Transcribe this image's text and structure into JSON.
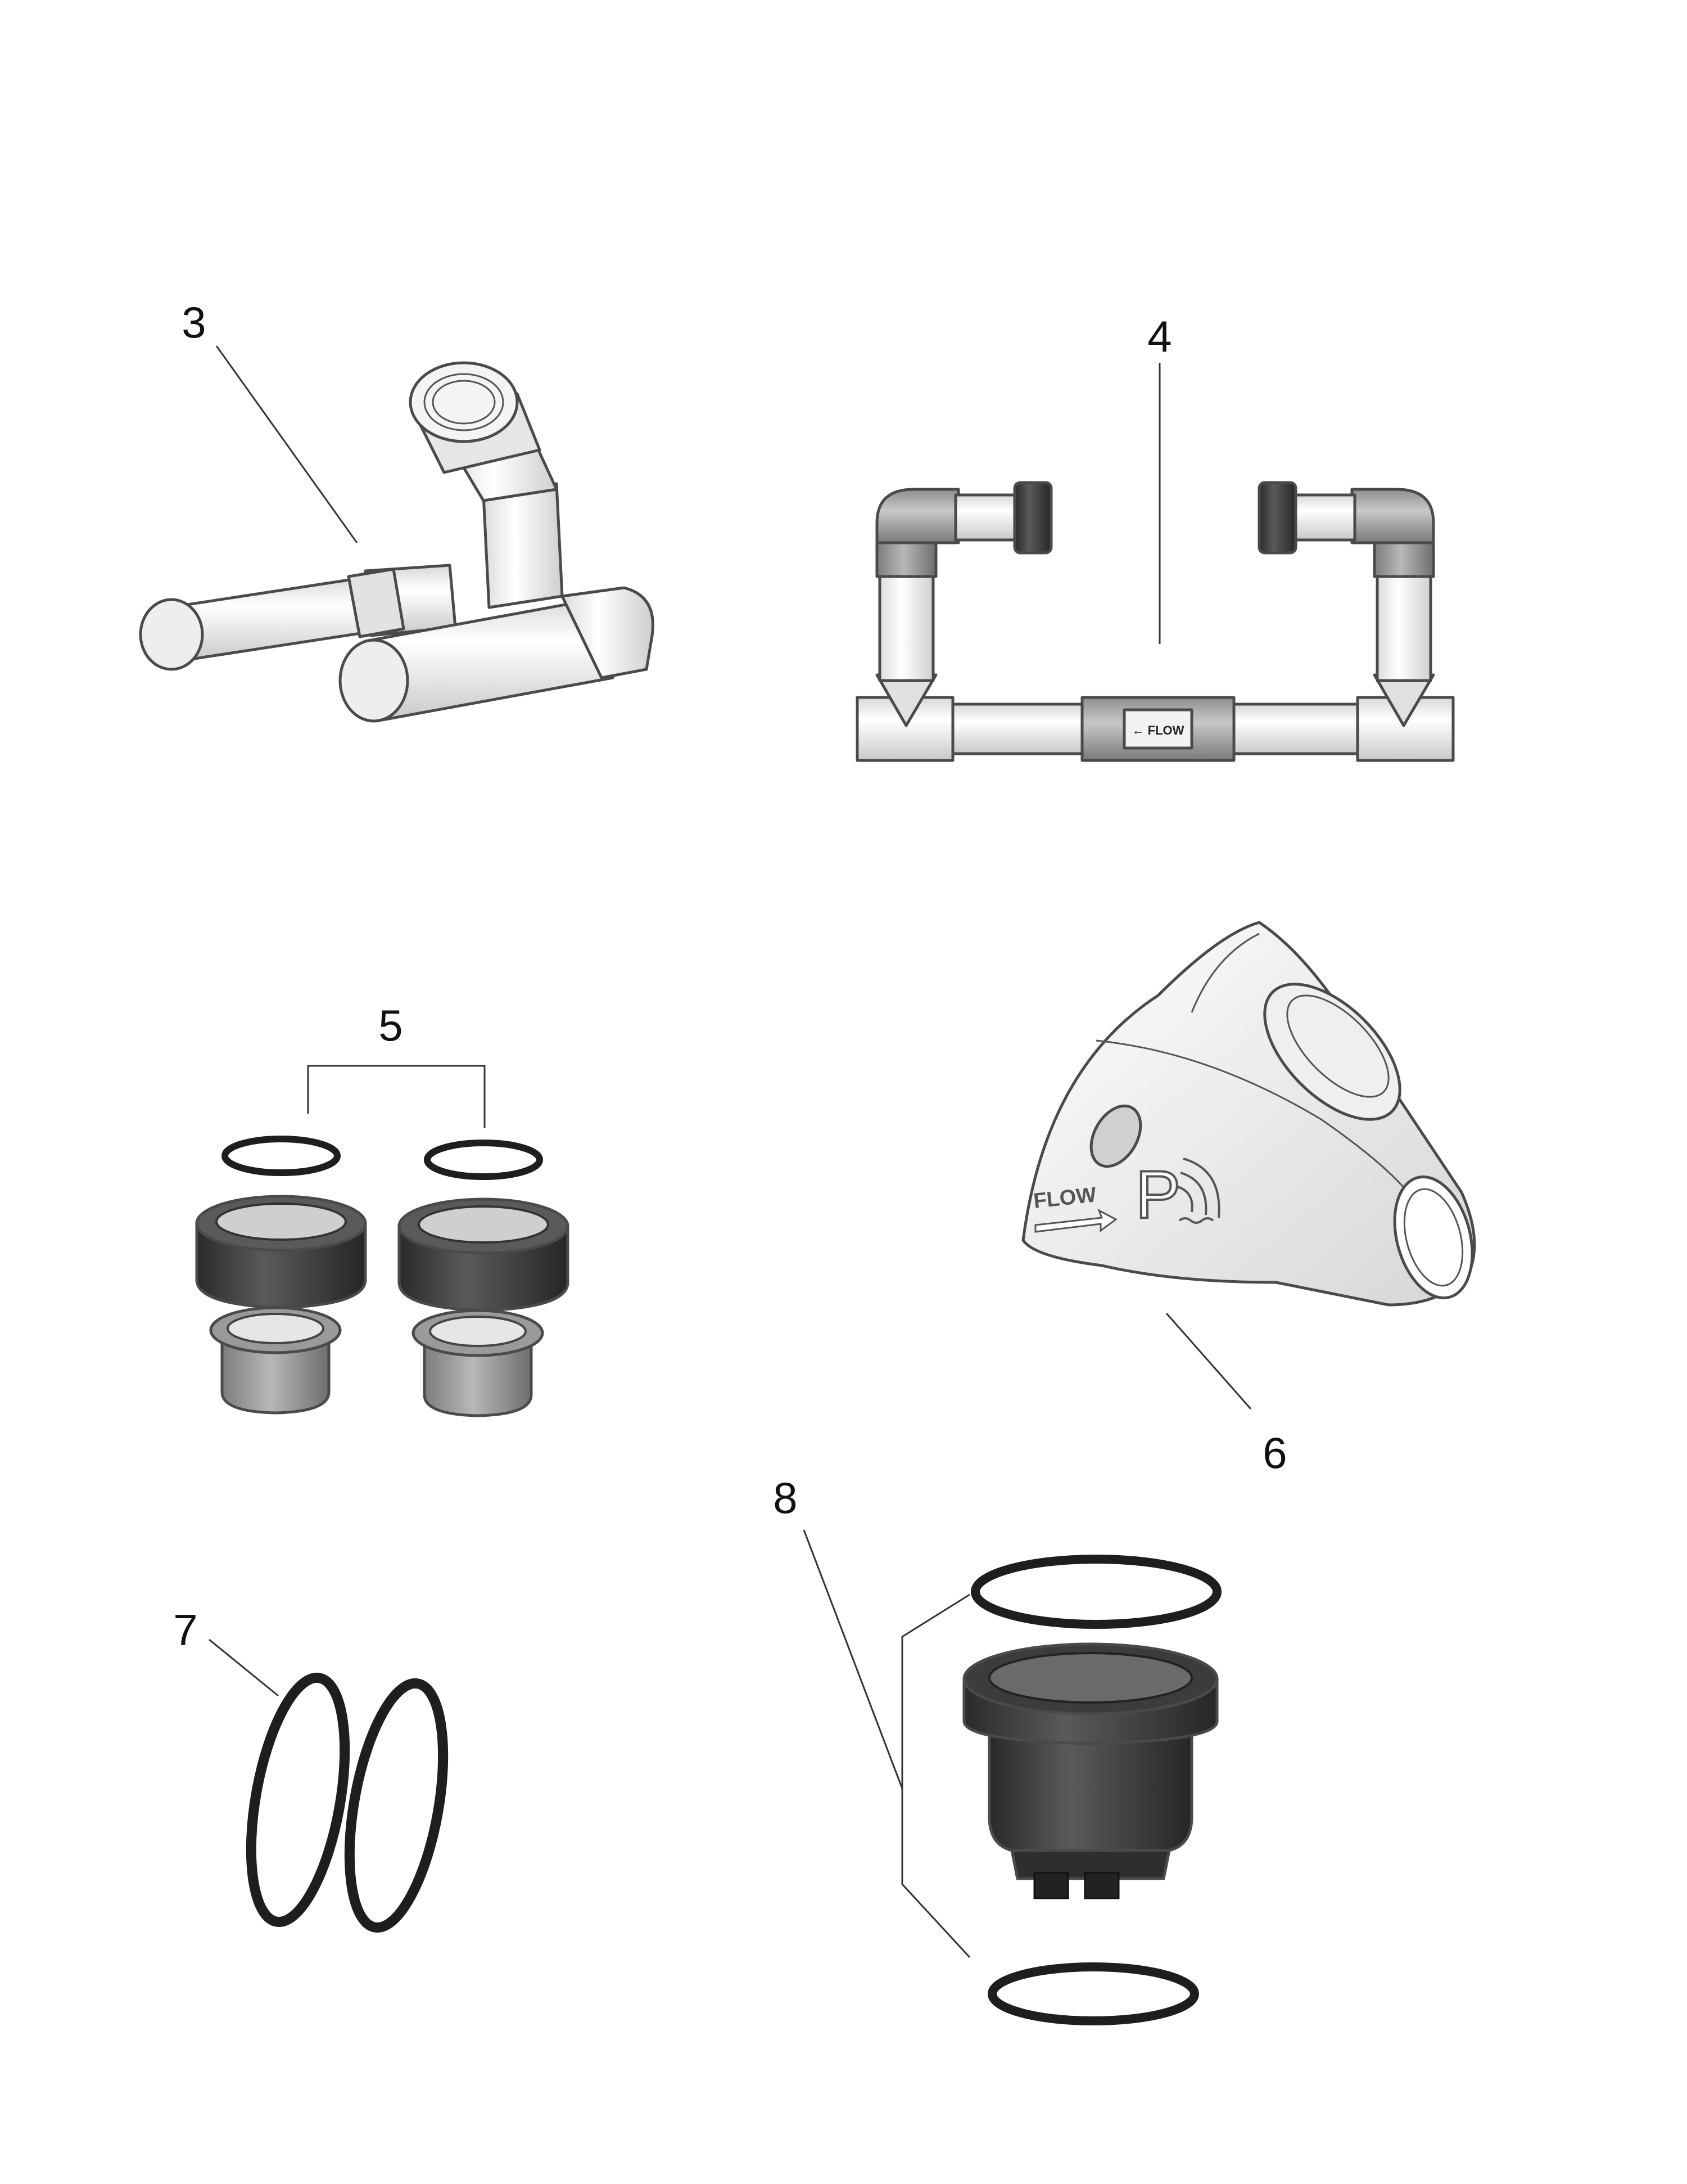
{
  "callouts": [
    {
      "id": "3",
      "label": "3"
    },
    {
      "id": "4",
      "label": "4"
    },
    {
      "id": "5",
      "label": "5"
    },
    {
      "id": "6",
      "label": "6"
    },
    {
      "id": "7",
      "label": "7"
    },
    {
      "id": "8",
      "label": "8"
    }
  ],
  "markings": {
    "bypass_flow_label": "← FLOW",
    "cell_flow_label": "FLOW",
    "cell_logo_letter": "P"
  },
  "colors": {
    "pvc_white": "#f4f4f4",
    "pvc_gray": "#b9b9b9",
    "dark_part": "#3c3c3c",
    "oring": "#1e1e1e",
    "outline": "#4a4a4a"
  }
}
